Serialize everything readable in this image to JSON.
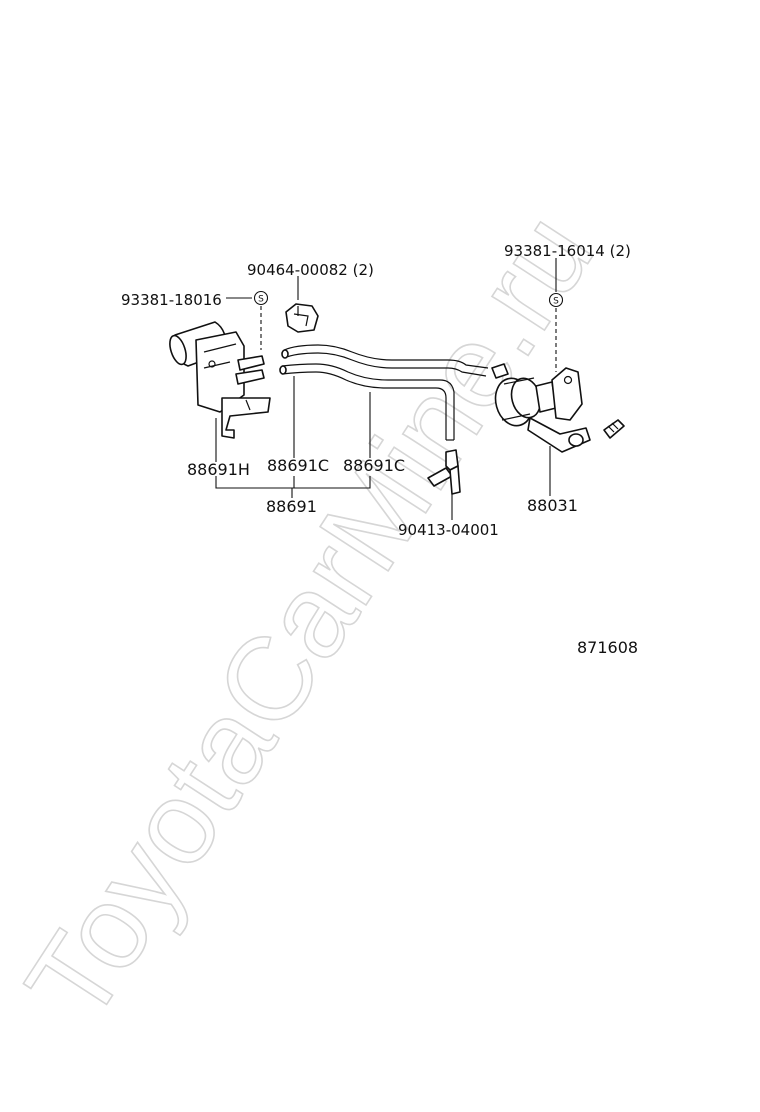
{
  "watermark": {
    "text": "ToyotaCarMine.ru"
  },
  "callouts": {
    "p1": "93381-18016",
    "p2": "90464-00082 (2)",
    "p3": "93381-16014 (2)",
    "p4": "88691H",
    "p5": "88691C",
    "p6": "88691C",
    "p7": "88691",
    "p8": "90413-04001",
    "p9": "88031"
  },
  "diagram_number": "871608",
  "symbols": {
    "s_mark": "S"
  }
}
